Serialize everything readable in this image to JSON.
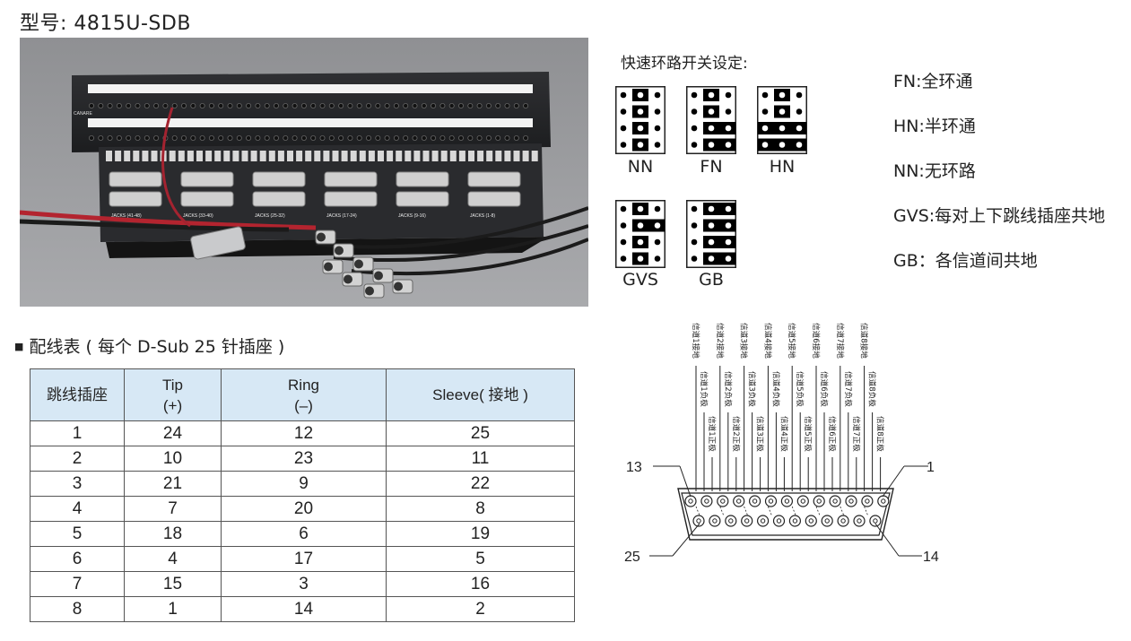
{
  "title": "型号: 4815U-SDB",
  "photo": {
    "brand": "CANARE",
    "jack_groups": [
      "JACKS (41-48)",
      "JACKS (33-40)",
      "JACKS (25-32)",
      "JACKS (17-24)",
      "JACKS (9-16)",
      "JACKS (1-8)"
    ]
  },
  "switch_setting": {
    "heading": "快速环路开关设定:",
    "jumpers": [
      {
        "label": "NN",
        "pattern": [
          "1",
          "1",
          "1",
          "1"
        ]
      },
      {
        "label": "FN",
        "pattern": [
          "1",
          "1",
          "2",
          "2"
        ]
      },
      {
        "label": "HN",
        "pattern": [
          "1",
          "1",
          "3",
          "3"
        ]
      },
      {
        "label": "GVS",
        "pattern": [
          "1",
          "2",
          "1",
          "1"
        ]
      },
      {
        "label": "GB",
        "pattern": [
          "2",
          "2",
          "2",
          "2"
        ]
      }
    ],
    "legend": [
      "FN:全环通",
      "HN:半环通",
      "NN:无环路",
      "GVS:每对上下跳线插座共地",
      "GB：各信道间共地"
    ]
  },
  "wiring": {
    "heading": "配线表 ( 每个 D-Sub 25 针插座 )",
    "headers": [
      "跳线插座",
      "Tip\n(+)",
      "Ring\n(–)",
      "Sleeve( 接地 )"
    ],
    "rows": [
      [
        "1",
        "24",
        "12",
        "25"
      ],
      [
        "2",
        "10",
        "23",
        "11"
      ],
      [
        "3",
        "21",
        "9",
        "22"
      ],
      [
        "4",
        "7",
        "20",
        "8"
      ],
      [
        "5",
        "18",
        "6",
        "19"
      ],
      [
        "6",
        "4",
        "17",
        "5"
      ],
      [
        "7",
        "15",
        "3",
        "16"
      ],
      [
        "8",
        "1",
        "14",
        "2"
      ]
    ]
  },
  "pinout": {
    "ground_labels": [
      "信道1接地",
      "信道2接地",
      "信道3接地",
      "信道4接地",
      "信道5接地",
      "信道6接地",
      "信道7接地",
      "信道8接地"
    ],
    "negative_labels": [
      "信道1负极",
      "信道2负极",
      "信道3负极",
      "信道4负极",
      "信道5负极",
      "信道6负极",
      "信道7负极",
      "信道8负极"
    ],
    "positive_labels": [
      "信道1正极",
      "信道2正极",
      "信道3正极",
      "信道4正极",
      "信道5正极",
      "信道6正极",
      "信道7正极",
      "信道8正极"
    ],
    "pin_labels": {
      "top_left": "13",
      "top_right": "1",
      "bottom_left": "25",
      "bottom_right": "14"
    }
  }
}
